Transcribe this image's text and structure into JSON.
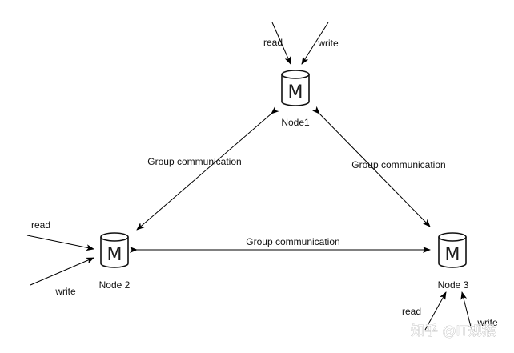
{
  "nodes": [
    {
      "id": "node1",
      "label": "Node1",
      "letter": "M"
    },
    {
      "id": "node2",
      "label": "Node 2",
      "letter": "M"
    },
    {
      "id": "node3",
      "label": "Node 3",
      "letter": "M"
    }
  ],
  "edges": {
    "node1_node2": "Group communication",
    "node1_node3": "Group communication",
    "node2_node3": "Group communication"
  },
  "io": {
    "node1_read": "read",
    "node1_write": "write",
    "node2_read": "read",
    "node2_write": "write",
    "node3_read": "read",
    "node3_write": "write"
  },
  "watermark": "知乎 @IT规猴"
}
